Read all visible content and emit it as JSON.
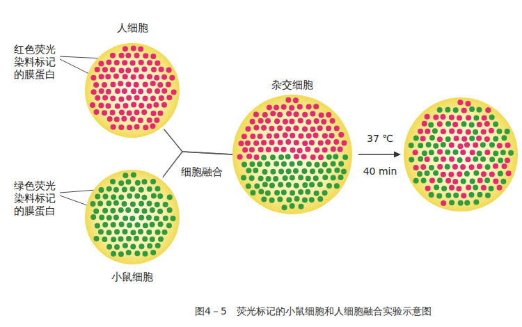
{
  "diagram": {
    "caption": "图4－5　荧光标记的小鼠细胞和人细胞融合实验示意图",
    "nodes": [
      {
        "text": [
          "人细胞"
        ]
      },
      {
        "text": [
          "小鼠细胞"
        ]
      },
      {
        "text": [
          "杂交细胞"
        ]
      }
    ],
    "edges": [
      {
        "from": 0,
        "to": 2,
        "arrow": "none",
        "label": "细胞融合"
      },
      {
        "from": 1,
        "to": 2,
        "arrow": "none"
      }
    ],
    "labels": [
      "红色荧光 染料标记 的膜蛋白",
      "绿色荧光 染料标记 的膜蛋白",
      "37 ℃",
      "40 min"
    ]
  }
}
